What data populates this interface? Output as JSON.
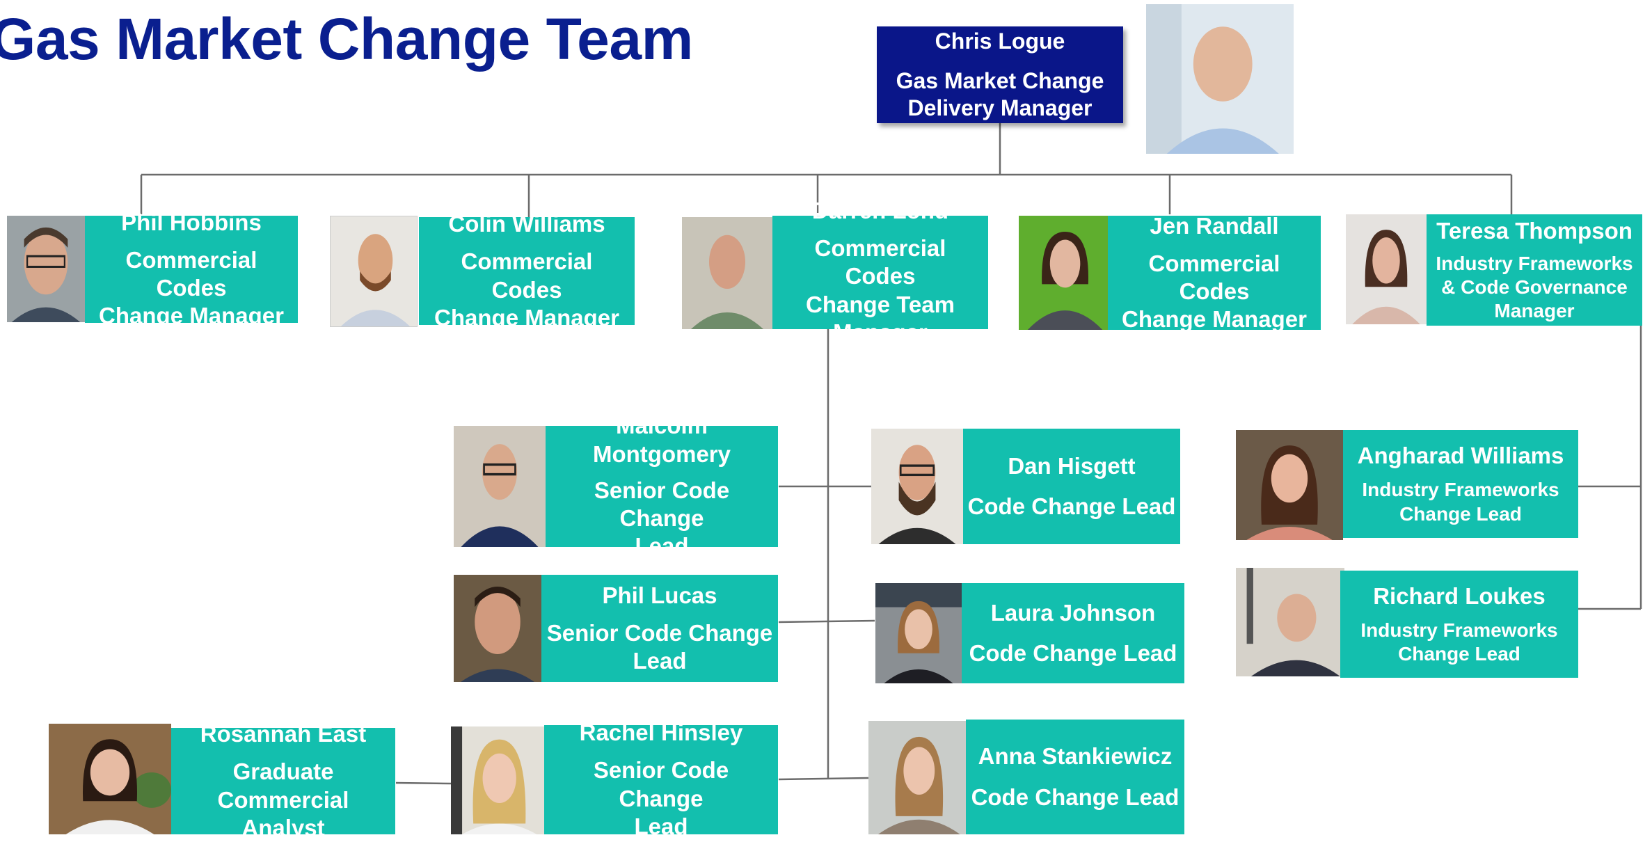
{
  "title": "Gas Market Change Team",
  "colors": {
    "title": "#0a1f8f",
    "navy_card": "#0a1689",
    "teal_card": "#13bfae",
    "connector": "#6b6b6b"
  },
  "head": {
    "name": "Chris Logue",
    "role": "Gas Market Change Delivery Manager",
    "role_lines": [
      "Gas Market Change",
      "Delivery Manager"
    ]
  },
  "people": [
    {
      "name": "Phil Hobbins",
      "role": [
        "Commercial Codes",
        "Change Manager"
      ]
    },
    {
      "name": "Colin Williams",
      "role": [
        "Commercial Codes",
        "Change Manager"
      ]
    },
    {
      "name": "Darren Lond",
      "role": [
        "Commercial Codes",
        "Change Team",
        "Manager"
      ]
    },
    {
      "name": "Jen Randall",
      "role": [
        "Commercial Codes",
        "Change Manager"
      ]
    },
    {
      "name": "Teresa Thompson",
      "role": [
        "Industry Frameworks",
        "& Code Governance",
        "Manager"
      ]
    },
    {
      "name": [
        "Malcolm",
        "Montgomery"
      ],
      "role": [
        "Senior Code Change",
        "Lead"
      ]
    },
    {
      "name": "Dan Hisgett",
      "role": [
        "Code Change Lead"
      ]
    },
    {
      "name": "Phil Lucas",
      "role": [
        "Senior Code Change",
        "Lead"
      ]
    },
    {
      "name": "Laura Johnson",
      "role": [
        "Code Change Lead"
      ]
    },
    {
      "name": "Rachel Hinsley",
      "role": [
        "Senior Code Change",
        "Lead"
      ]
    },
    {
      "name": "Anna Stankiewicz",
      "role": [
        "Code Change Lead"
      ]
    },
    {
      "name": "Rosannah East",
      "role": [
        "Graduate",
        "Commercial Analyst"
      ]
    },
    {
      "name": "Angharad Williams",
      "role": [
        "Industry Frameworks",
        "Change Lead"
      ]
    },
    {
      "name": "Richard Loukes",
      "role": [
        "Industry Frameworks",
        "Change Lead"
      ]
    }
  ]
}
